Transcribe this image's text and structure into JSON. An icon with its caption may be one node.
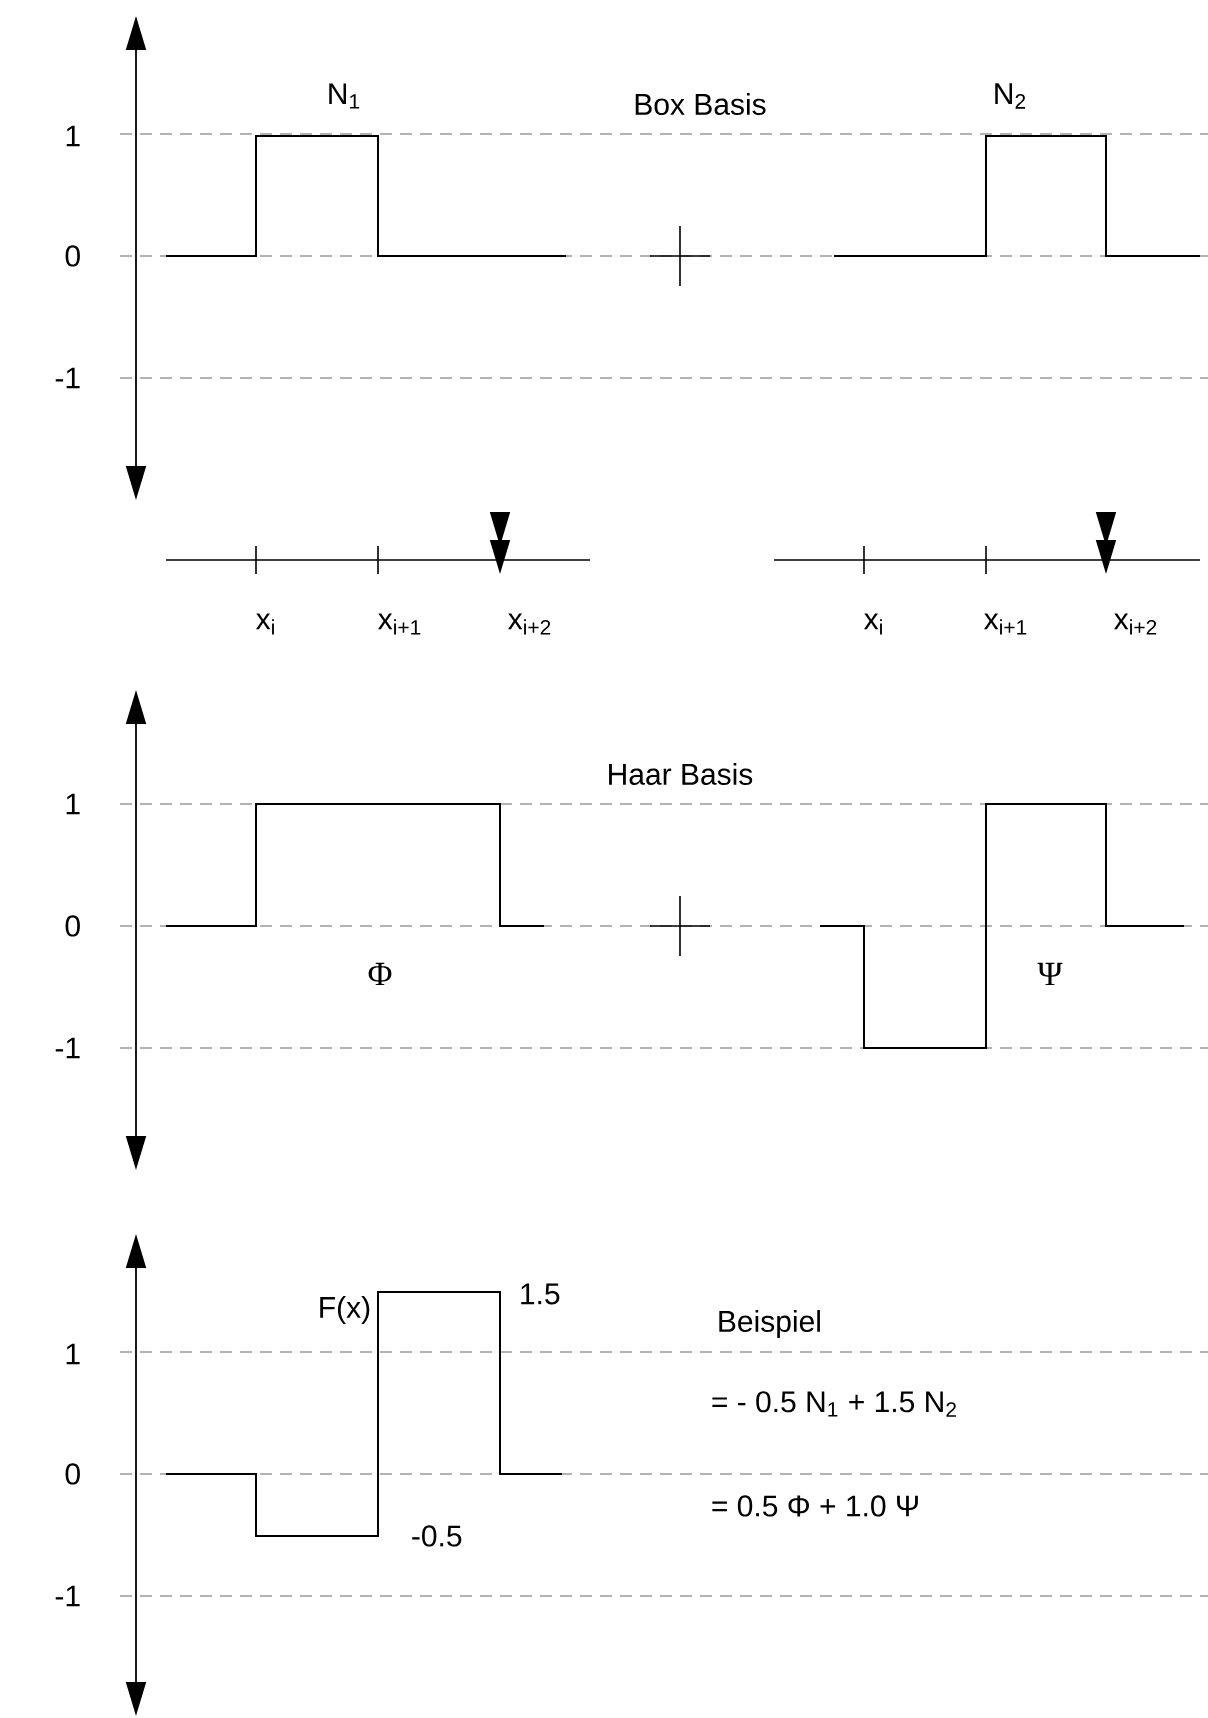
{
  "diagram": {
    "labels": [
      "N$_{1}$",
      "Box Basis",
      "N$_{2}$",
      "1",
      "0",
      "-1",
      "x$_{i}$",
      "x$_{i+1}$",
      "x$_{i+2}$",
      "x$_{i}$",
      "x$_{i+1}$",
      "x$_{i+2}$",
      "Haar Basis",
      "1",
      "0",
      "Φ",
      "Ψ",
      "-1",
      "F(x)",
      "1.5",
      "Beispiel",
      "1",
      "= - 0.5 N$_{1}$ + 1.5 N$_{2}$",
      "0",
      "= 0.5 Φ + 1.0 Ψ",
      "-0.5",
      "-1"
    ]
  }
}
